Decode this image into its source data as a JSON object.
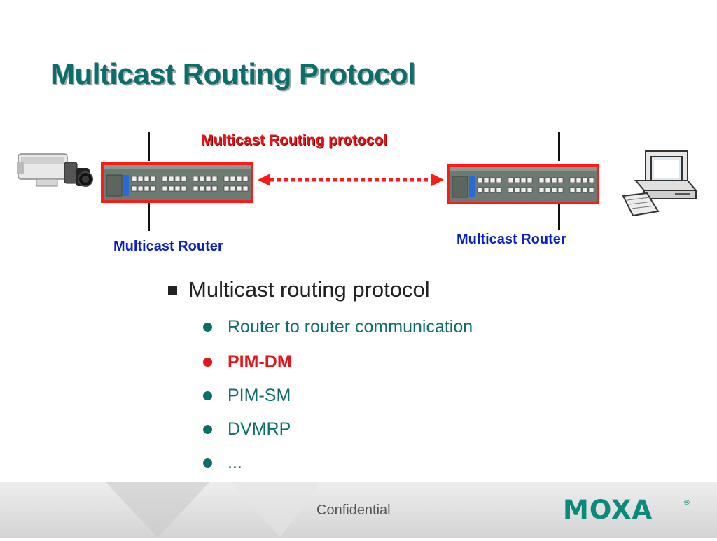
{
  "slide": {
    "title": "Multicast Routing Protocol",
    "protocol_label": "Multicast Routing protocol"
  },
  "routers": [
    {
      "label": "Multicast Router"
    },
    {
      "label": "Multicast Router"
    }
  ],
  "bullets": {
    "main": "Multicast routing protocol",
    "items": [
      {
        "text": "Router to router communication"
      },
      {
        "text": "PIM-DM",
        "highlight": true
      },
      {
        "text": "PIM-SM"
      },
      {
        "text": "DVMRP"
      },
      {
        "text": "..."
      }
    ]
  },
  "footer": {
    "confidential": "Confidential",
    "logo_text": "MOXA",
    "logo_mark": "®"
  },
  "icons": [
    "ip-camera-icon",
    "router-device-icon",
    "dotted-double-arrow-icon",
    "desktop-computer-icon"
  ],
  "colors": {
    "title": "#0b6e6a",
    "accent_red": "#e8141b",
    "router_label": "#0a1fc8",
    "bullet_teal": "#0c6e6a",
    "logo": "#0b8a7c"
  }
}
